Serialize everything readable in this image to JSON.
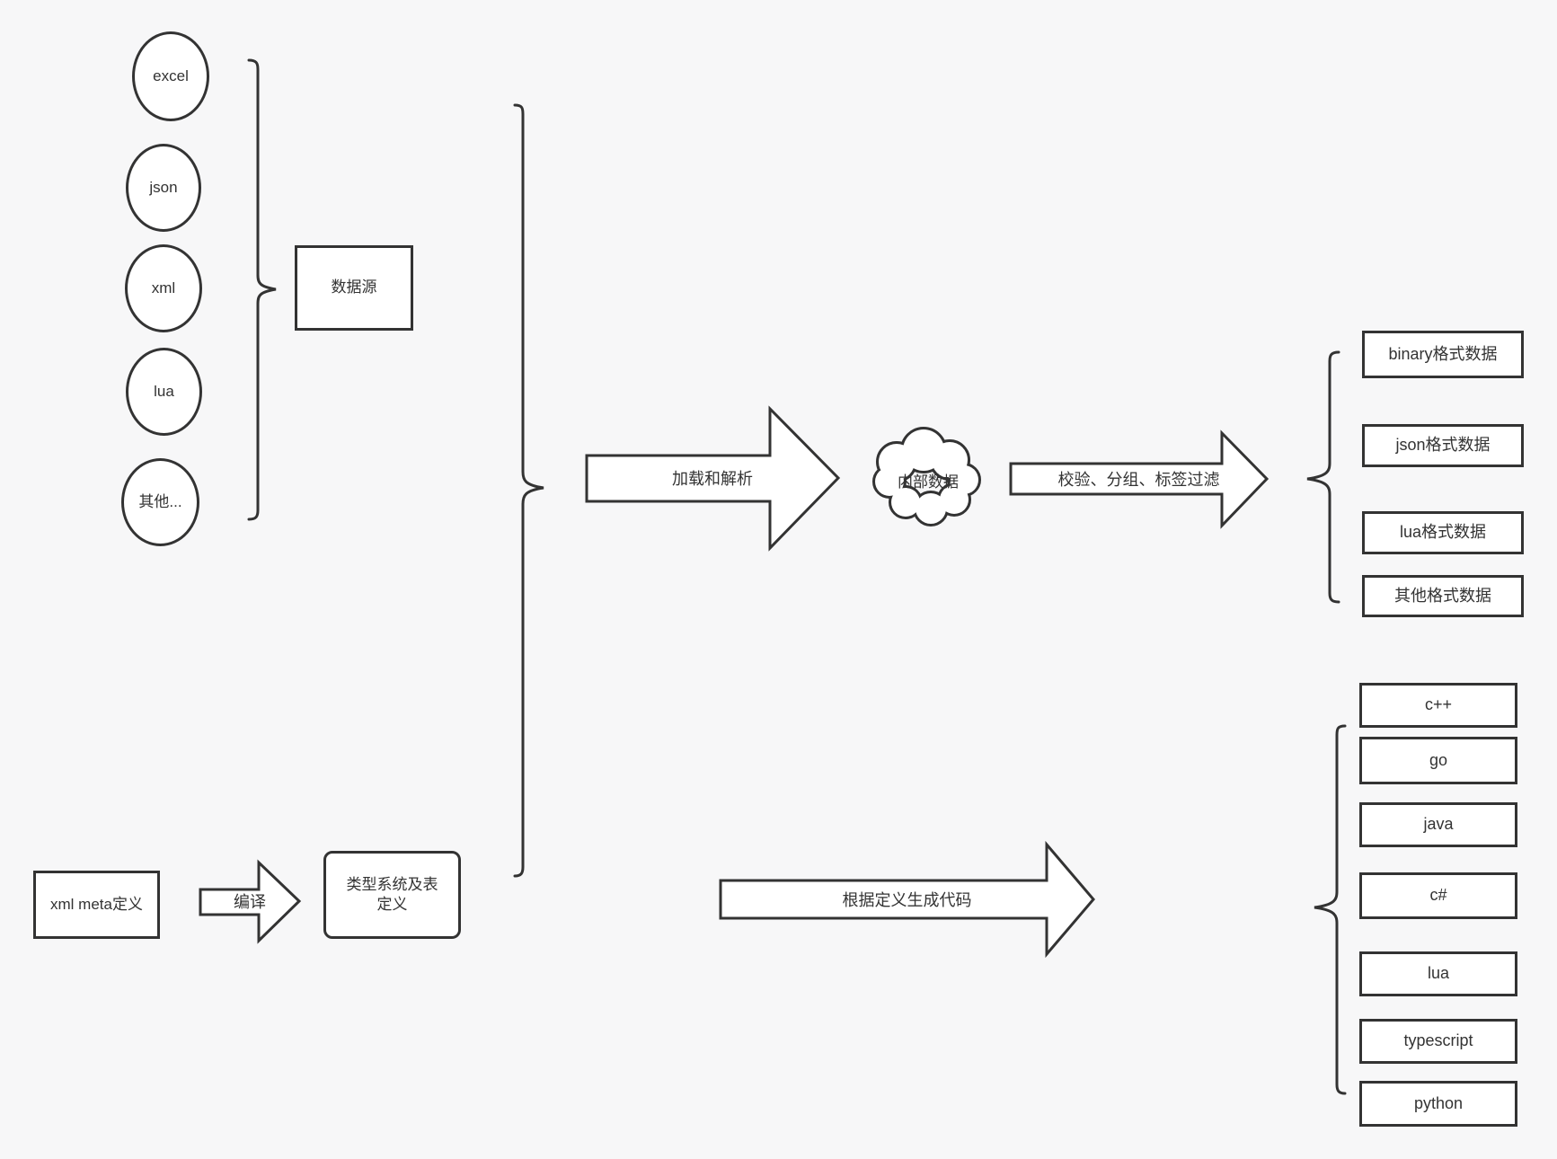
{
  "colors": {
    "background": "#f7f7f8",
    "stroke": "#333333",
    "shape_fill": "#ffffff"
  },
  "sources": {
    "group_label": "数据源",
    "items": [
      "excel",
      "json",
      "xml",
      "lua",
      "其他..."
    ]
  },
  "pipeline": {
    "load_parse_label": "加载和解析",
    "internal_data_label": "内部数据",
    "filter_label": "校验、分组、标签过滤",
    "formats": [
      "binary格式数据",
      "json格式数据",
      "lua格式数据",
      "其他格式数据"
    ]
  },
  "definition": {
    "xml_meta_label": "xml meta定义",
    "compile_label": "编译",
    "type_system_label": "类型系统及表定义",
    "codegen_label": "根据定义生成代码",
    "languages": [
      "c++",
      "go",
      "java",
      "c#",
      "lua",
      "typescript",
      "python"
    ]
  }
}
